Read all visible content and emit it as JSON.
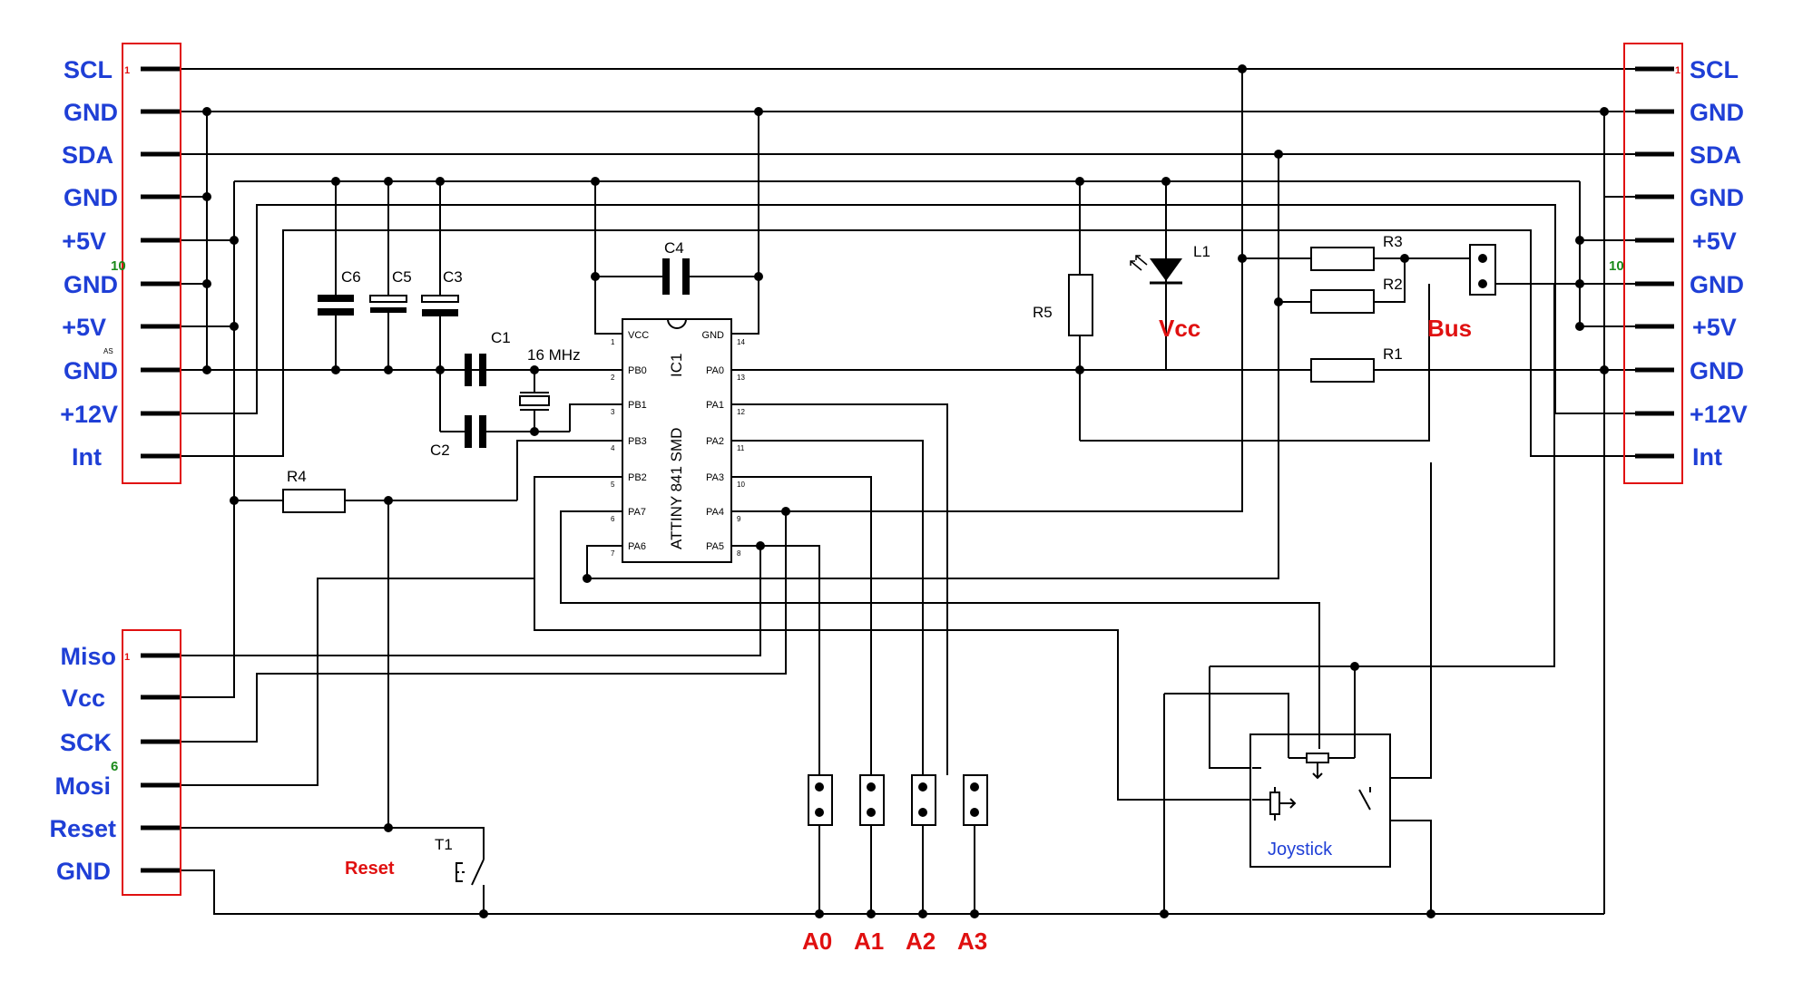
{
  "connectors": {
    "left_top": {
      "labels": [
        "SCL",
        "GND",
        "SDA",
        "GND",
        "+5V",
        "GND",
        "+5V",
        "GND",
        "+12V",
        "Int"
      ],
      "pin_first": "1",
      "pin_last": "10",
      "mark_as": "AS"
    },
    "right_top": {
      "labels": [
        "SCL",
        "GND",
        "SDA",
        "GND",
        "+5V",
        "GND",
        "+5V",
        "GND",
        "+12V",
        "Int"
      ],
      "pin_first": "1",
      "pin_last": "10"
    },
    "left_bottom": {
      "labels": [
        "Miso",
        "Vcc",
        "SCK",
        "Mosi",
        "Reset",
        "GND"
      ],
      "pin_first": "1",
      "pin_last": "6"
    }
  },
  "components": {
    "c1": "C1",
    "c2": "C2",
    "c3": "C3",
    "c4": "C4",
    "c5": "C5",
    "c6": "C6",
    "crystal": "16 MHz",
    "r1": "R1",
    "r2": "R2",
    "r3": "R3",
    "r4": "R4",
    "r5": "R5",
    "l1": "L1",
    "t1": "T1"
  },
  "ic": {
    "name": "ATTINY 841 SMD",
    "ref": "IC1",
    "left_pins": [
      {
        "num": "1",
        "name": "VCC"
      },
      {
        "num": "2",
        "name": "PB0"
      },
      {
        "num": "3",
        "name": "PB1"
      },
      {
        "num": "4",
        "name": "PB3"
      },
      {
        "num": "5",
        "name": "PB2"
      },
      {
        "num": "6",
        "name": "PA7"
      },
      {
        "num": "7",
        "name": "PA6"
      }
    ],
    "right_pins": [
      {
        "num": "14",
        "name": "GND"
      },
      {
        "num": "13",
        "name": "PA0"
      },
      {
        "num": "12",
        "name": "PA1"
      },
      {
        "num": "11",
        "name": "PA2"
      },
      {
        "num": "10",
        "name": "PA3"
      },
      {
        "num": "9",
        "name": "PA4"
      },
      {
        "num": "8",
        "name": "PA5"
      }
    ]
  },
  "labels": {
    "vcc": "Vcc",
    "bus": "Bus",
    "reset": "Reset",
    "joystick": "Joystick",
    "a0": "A0",
    "a1": "A1",
    "a2": "A2",
    "a3": "A3"
  },
  "colors": {
    "label_blue": "#1f3fd6",
    "label_red": "#e01010",
    "pin_green": "#1a8a1a",
    "wire": "#000000"
  }
}
